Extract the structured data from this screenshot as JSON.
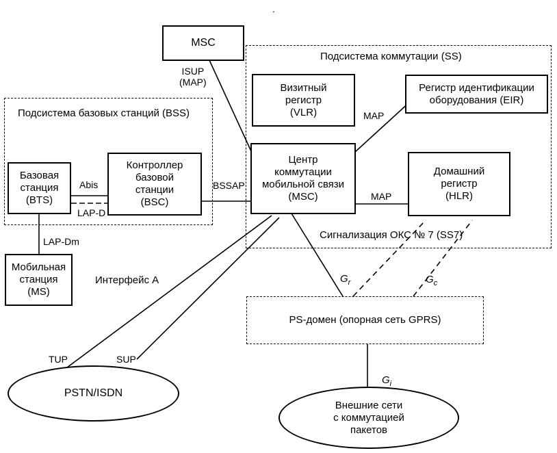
{
  "groups": {
    "ss": "Подсистема коммутации (SS)",
    "bss": "Подсистема базовых станций (BSS)"
  },
  "nodes": {
    "msc_top": "MSC",
    "vlr": "Визитный\nрегистр\n(VLR)",
    "eir": "Регистр идентификации\nоборудования (EIR)",
    "msc_center": "Центр\nкоммутации\nмобильной связи\n(MSC)",
    "hlr": "Домашний\nрегистр\n(HLR)",
    "bts": "Базовая\nстанция\n(BTS)",
    "bsc": "Контроллер\nбазовой\nстанции\n(BSC)",
    "ms": "Мобильная\nстанция\n(MS)",
    "ps": "PS-домен (опорная сеть GPRS)",
    "pstn": "PSTN/ISDN",
    "ext": "Внешние сети\nс коммутацией\nпакетов"
  },
  "labels": {
    "isup": "ISUP\n(MAP)",
    "map_eir": "MAP",
    "map_hlr": "MAP",
    "abis": "Abis",
    "lapd": "LAP-D",
    "bssap": "BSSAP",
    "lapdm": "LAP-Dm",
    "ss7": "Сигнализация ОКС № 7 (SS7)",
    "iface_a": "Интерфейс А",
    "tup": "TUP",
    "sup": "SUP",
    "gr": "G",
    "gr_sub": "r",
    "gc": "G",
    "gc_sub": "c",
    "gi": "G",
    "gi_sub": "i",
    "dot": "."
  }
}
